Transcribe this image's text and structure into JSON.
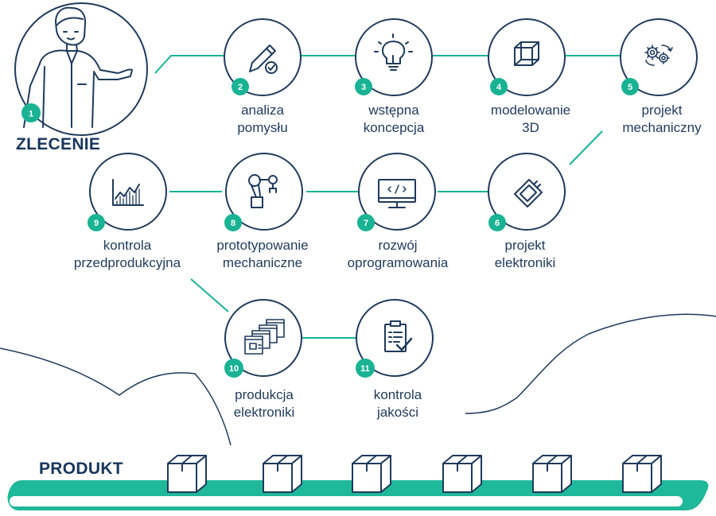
{
  "start": {
    "title": "ZLECENIE",
    "number": "1"
  },
  "end": {
    "title": "PRODUKT"
  },
  "steps": [
    {
      "number": "2",
      "line1": "analiza",
      "line2": "pomysłu",
      "icon": "pencil-check-icon"
    },
    {
      "number": "3",
      "line1": "wstępna",
      "line2": "koncepcja",
      "icon": "lightbulb-icon"
    },
    {
      "number": "4",
      "line1": "modelowanie",
      "line2": "3D",
      "icon": "cube-icon"
    },
    {
      "number": "5",
      "line1": "projekt",
      "line2": "mechaniczny",
      "icon": "gears-icon"
    },
    {
      "number": "6",
      "line1": "projekt",
      "line2": "elektroniki",
      "icon": "chip-icon"
    },
    {
      "number": "7",
      "line1": "rozwój",
      "line2": "oprogramowania",
      "icon": "monitor-code-icon"
    },
    {
      "number": "8",
      "line1": "prototypowanie",
      "line2": "mechaniczne",
      "icon": "robot-arm-icon"
    },
    {
      "number": "9",
      "line1": "kontrola",
      "line2": "przedprodukcyjna",
      "icon": "growth-chart-icon"
    },
    {
      "number": "10",
      "line1": "produkcja",
      "line2": "elektroniki",
      "icon": "circuit-boards-icon"
    },
    {
      "number": "11",
      "line1": "kontrola",
      "line2": "jakości",
      "icon": "clipboard-check-icon"
    }
  ],
  "colors": {
    "navy": "#1f3a5c",
    "teal": "#19b394",
    "belt": "#1fb89a"
  }
}
